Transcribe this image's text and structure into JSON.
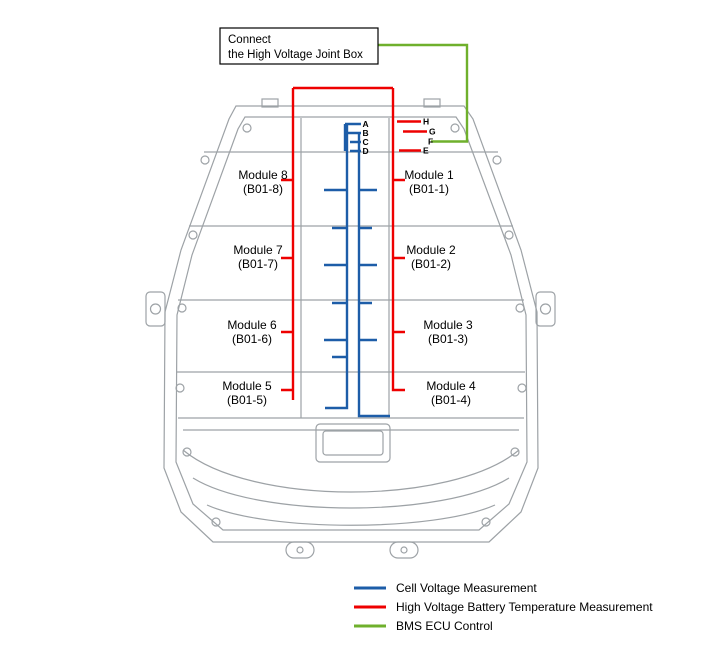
{
  "callout": {
    "line1": "Connect",
    "line2": "the High Voltage Joint Box"
  },
  "connectors": {
    "a": "A",
    "b": "B",
    "c": "C",
    "d": "D",
    "e": "E",
    "f": "F",
    "g": "G",
    "h": "H"
  },
  "modules": [
    {
      "name": "Module 1",
      "code": "(B01-1)"
    },
    {
      "name": "Module 2",
      "code": "(B01-2)"
    },
    {
      "name": "Module 3",
      "code": "(B01-3)"
    },
    {
      "name": "Module 4",
      "code": "(B01-4)"
    },
    {
      "name": "Module 5",
      "code": "(B01-5)"
    },
    {
      "name": "Module 6",
      "code": "(B01-6)"
    },
    {
      "name": "Module 7",
      "code": "(B01-7)"
    },
    {
      "name": "Module 8",
      "code": "(B01-8)"
    }
  ],
  "legend": {
    "items": [
      {
        "label": "Cell Voltage Measurement"
      },
      {
        "label": "High Voltage Battery Temperature Measurement"
      },
      {
        "label": "BMS ECU Control"
      }
    ]
  },
  "colors": {
    "cell_voltage_blue": "#1d5da8",
    "temperature_red": "#ee0000",
    "bms_green": "#6fb02c",
    "pack_outline_gray": "#9da2a6",
    "callout_border_black": "#000000"
  }
}
